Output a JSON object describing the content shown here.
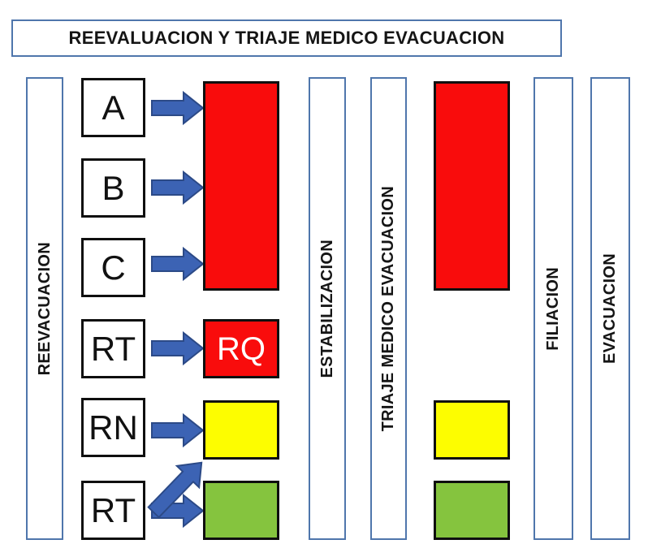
{
  "title": "REEVALUACION Y TRIAJE MEDICO EVACUACION",
  "colors": {
    "red": "#F90C0C",
    "yellow": "#FDFD00",
    "green": "#85C43E",
    "arrow_fill": "#3C63B4",
    "arrow_stroke": "#2C4A87",
    "bar_border": "#4F76AC",
    "box_border": "#0F0F0F"
  },
  "lanes": [
    {
      "label": "REEVACUACION"
    },
    {
      "label": "ESTABILIZACION"
    },
    {
      "label": "TRIAJE MEDICO EVACUACION"
    },
    {
      "label": "FILIACION"
    },
    {
      "label": "EVACUACION"
    }
  ],
  "triage_codes": [
    {
      "label": "A"
    },
    {
      "label": "B"
    },
    {
      "label": "C"
    },
    {
      "label": "RT"
    },
    {
      "label": "RN"
    },
    {
      "label": "RT"
    }
  ],
  "boxes": {
    "rq_label": "RQ"
  }
}
